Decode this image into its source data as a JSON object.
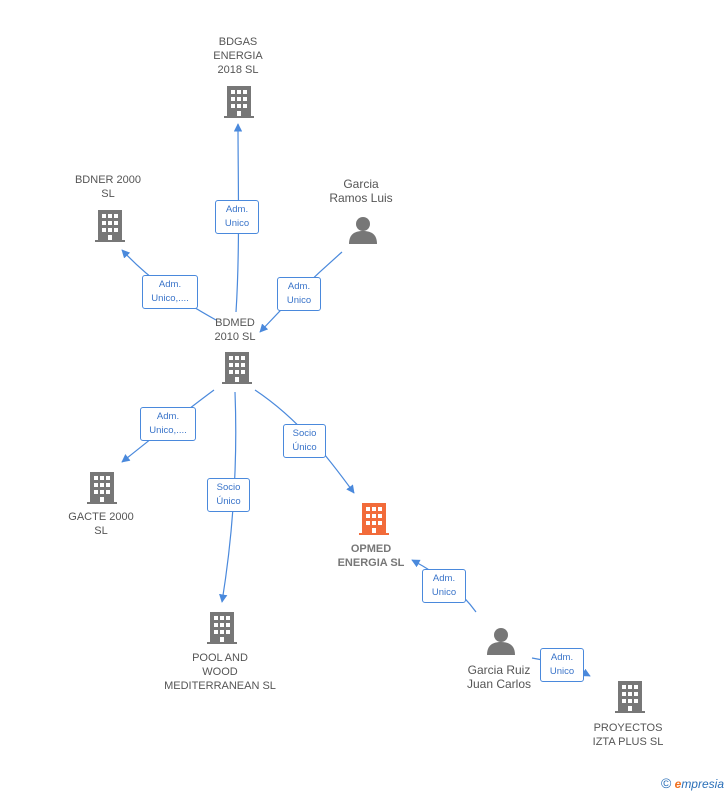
{
  "colors": {
    "node": "#777777",
    "highlight": "#f26b3a",
    "edge": "#4a89dc"
  },
  "nodes": {
    "bdgas": {
      "label": "BDGAS\nENERGIA\n2018  SL",
      "icon": "building-icon"
    },
    "bdner": {
      "label": "BDNER 2000\nSL",
      "icon": "building-icon"
    },
    "garcia_ramos": {
      "label": "Garcia\nRamos Luis",
      "icon": "person-icon"
    },
    "bdmed": {
      "label": "BDMED\n2010 SL",
      "icon": "building-icon"
    },
    "gacte": {
      "label": "GACTE 2000\nSL",
      "icon": "building-icon"
    },
    "pool": {
      "label": "POOL AND\nWOOD\nMEDITERRANEAN SL",
      "icon": "building-icon"
    },
    "opmed": {
      "label": "OPMED\nENERGIA  SL",
      "icon": "building-icon"
    },
    "garcia_ruiz": {
      "label": "Garcia Ruiz\nJuan Carlos",
      "icon": "person-icon"
    },
    "proyectos": {
      "label": "PROYECTOS\nIZTA PLUS  SL",
      "icon": "building-icon"
    }
  },
  "edges": {
    "bdmed_bdgas": "Adm.\nUnico",
    "bdmed_bdner": "Adm.\nUnico,....",
    "ramos_bdmed": "Adm.\nUnico",
    "bdmed_gacte": "Adm.\nUnico,....",
    "bdmed_opmed": "Socio\nÚnico",
    "bdmed_pool": "Socio\nÚnico",
    "ruiz_opmed": "Adm.\nUnico",
    "ruiz_proyectos": "Adm.\nUnico"
  },
  "watermark": {
    "copyright": "©",
    "brand_first": "e",
    "brand_rest": "mpresia"
  }
}
